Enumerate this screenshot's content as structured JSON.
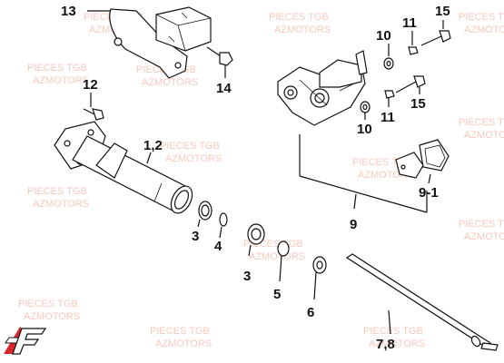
{
  "watermark": {
    "line1": "PIECES TGB",
    "line2": "AZMOTORS"
  },
  "callouts": {
    "c13": "13",
    "c14": "14",
    "c12": "12",
    "c12b": "1,2",
    "c11a": "11",
    "c15a": "15",
    "c10a": "10",
    "c15b": "15",
    "c11b": "11",
    "c10b": "10",
    "c9": "9",
    "c91": "9-1",
    "c3a": "3",
    "c4": "4",
    "c3b": "3",
    "c5": "5",
    "c6": "6",
    "c78": "7,8"
  },
  "logo": {
    "text": "F",
    "brand_color": "#d9262c"
  },
  "icons": [
    "logo-icon"
  ]
}
